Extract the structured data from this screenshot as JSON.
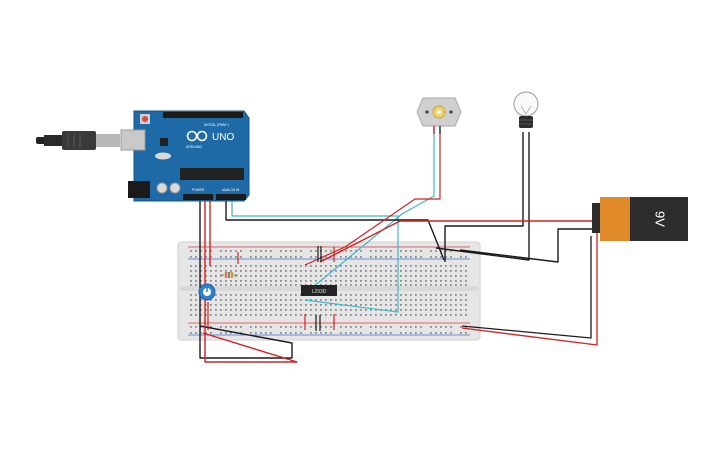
{
  "workspace": {
    "background_color": "#ffffff"
  },
  "components": {
    "arduino": {
      "name": "Arduino Uno",
      "logo_text": "UNO",
      "brand_text": "ARDUINO",
      "header_digital": "DIGITAL (PWM~)",
      "header_analog": "ANALOG IN",
      "header_power": "POWER",
      "board_color": "#1e6aa6"
    },
    "battery": {
      "label": "9V",
      "body_color": "#2c2c2c",
      "band_color": "#e08a2a"
    },
    "chip": {
      "label": "L293D"
    },
    "usb_cable": {
      "icon": "usb-plug-icon"
    },
    "motor": {
      "icon": "dc-motor-icon",
      "color": "#d0d0d0"
    },
    "bulb": {
      "icon": "light-bulb-icon"
    },
    "potentiometer": {
      "icon": "potentiometer-icon",
      "color": "#2f7fd1"
    },
    "resistor": {
      "icon": "resistor-icon"
    },
    "breadboard": {
      "color": "#e6e6e6",
      "rail_red": "#d43a3a",
      "rail_blue": "#3b6fd3"
    }
  },
  "wire_colors": {
    "red": "#d42020",
    "black": "#1c1c1c",
    "cyan": "#3fb6c8"
  }
}
